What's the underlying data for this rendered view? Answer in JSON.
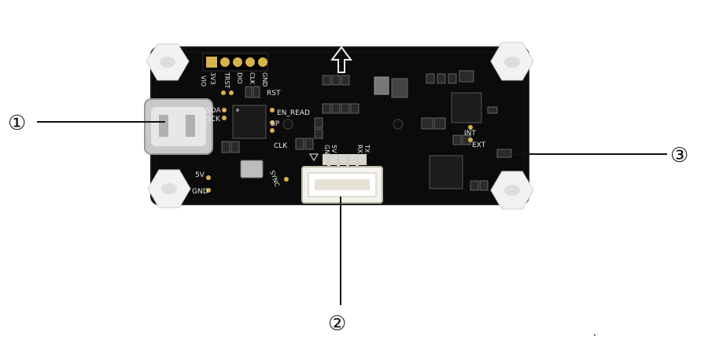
{
  "callouts": [
    {
      "number": "①"
    },
    {
      "number": "②"
    },
    {
      "number": "③"
    }
  ],
  "silkscreen": {
    "header_pins": [
      "3V3",
      "TRST",
      "DIO",
      "CLK",
      "GND"
    ],
    "rst": "RST",
    "sda": "SDA",
    "scl": "SCK",
    "en_read": "EN_READ",
    "sp": "SP",
    "clk": "CLK",
    "fivev": "5V",
    "gnd": "GND",
    "sync": "SYNC",
    "connector_pins": [
      "GND",
      "5V",
      "RX",
      "TX"
    ],
    "int": "INT",
    "ext": "EXT",
    "vio": "VIO"
  },
  "colors": {
    "board": "#0b0b0c",
    "board_edge": "#1c1c1e",
    "standoff": "#f2f2f2",
    "connector": "#f4f2ec",
    "gold": "#d8b24a",
    "callout_line": "#111111"
  }
}
